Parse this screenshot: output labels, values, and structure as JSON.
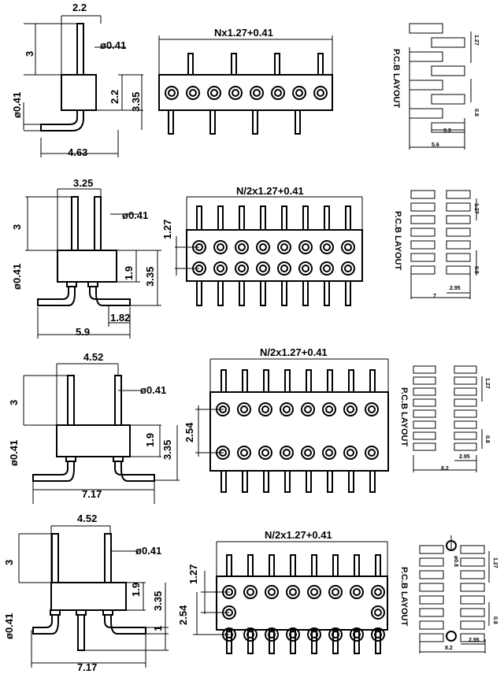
{
  "colors": {
    "ink": "#000000",
    "background": "#ffffff"
  },
  "pcb_label": "P.C.B LAYOUT",
  "row1": {
    "side": {
      "top": "2.2",
      "height": "3",
      "pin_dia": "ø0.41",
      "pin_dia_left": "ø0.41",
      "body": "2.2",
      "total": "3.35",
      "width": "4.63"
    },
    "front": {
      "length": "Nx1.27+0.41"
    },
    "pcb": {
      "pitch": "1.27",
      "pad": "0.8",
      "inner": "3.3",
      "outer": "5.6"
    }
  },
  "row2": {
    "side": {
      "top": "3.25",
      "height": "3",
      "pin_dia": "ø0.41",
      "pin_dia_left": "ø0.41",
      "body": "1.9",
      "total": "3.35",
      "foot": "1.82",
      "width": "5.9"
    },
    "front": {
      "length": "N/2x1.27+0.41",
      "pitch": "1.27"
    },
    "pcb": {
      "pitch": "1.27",
      "pad": "0.8",
      "inner": "2.95",
      "outer": "7"
    }
  },
  "row3": {
    "side": {
      "top": "4.52",
      "height": "3",
      "pin_dia": "ø0.41",
      "pin_dia_left": "ø0.41",
      "body": "1.9",
      "total": "3.35",
      "width": "7.17"
    },
    "front": {
      "length": "N/2x1.27+0.41",
      "row_spacing": "2.54"
    },
    "pcb": {
      "pitch": "1.27",
      "pad": "0.8",
      "inner": "2.95",
      "outer": "8.2"
    }
  },
  "row4": {
    "side": {
      "top": "4.52",
      "height": "3",
      "pin_dia": "ø0.41",
      "pin_dia_left": "ø0.41",
      "body": "1.9",
      "total": "3.35",
      "foot": "1",
      "width": "7.17"
    },
    "front": {
      "length": "N/2x1.27+0.41",
      "pitch": "1.27",
      "row_spacing": "2.54"
    },
    "pcb": {
      "pitch": "1.27",
      "pad": "0.8",
      "hole": "ø0.8",
      "inner": "2.95",
      "outer": "8.2"
    }
  }
}
